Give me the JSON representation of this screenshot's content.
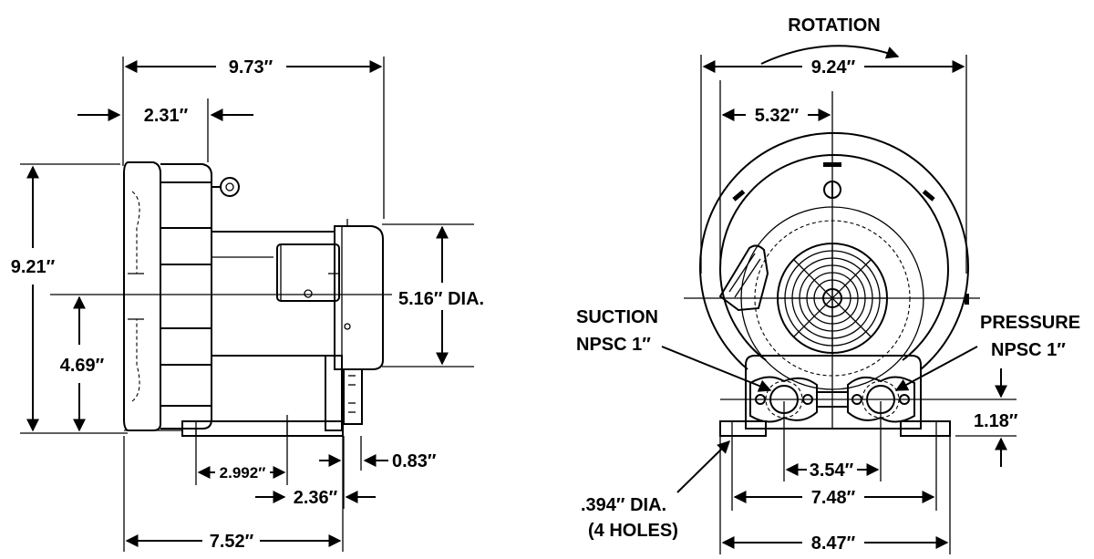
{
  "side_view": {
    "overall_width": "9.73″",
    "flange_depth": "2.31″",
    "overall_height": "9.21″",
    "center_height": "4.69″",
    "motor_diameter": "5.16″ DIA.",
    "base_hole_spacing": "2.992″",
    "hole_offset": "2.36″",
    "base_overhang": "0.83″",
    "base_length": "7.52″"
  },
  "front_view": {
    "rotation_label": "ROTATION",
    "overall_width": "9.24″",
    "center_offset": "5.32″",
    "suction_label_line1": "SUCTION",
    "suction_label_line2": "NPSC 1″",
    "pressure_label_line1": "PRESSURE",
    "pressure_label_line2": "NPSC 1″",
    "port_height": "1.18″",
    "port_spacing": "3.54″",
    "hole_spacing": "7.48″",
    "base_width": "8.47″",
    "mount_hole_line1": ".394″ DIA.",
    "mount_hole_line2": "(4 HOLES)"
  }
}
